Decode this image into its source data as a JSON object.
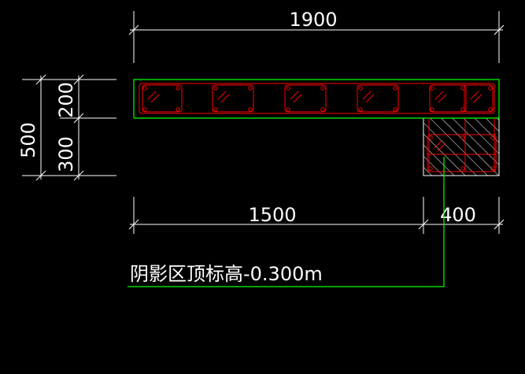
{
  "colors": {
    "background": "#000000",
    "dimension_line": "#ffffff",
    "outline": "#00ff00",
    "rebar": "#ff0000",
    "hatch": "#ffffff",
    "leader": "#00ff00"
  },
  "dimensions": {
    "top_total": "1900",
    "bottom_left": "1500",
    "bottom_right": "400",
    "left_total": "500",
    "left_upper": "200",
    "left_lower": "300"
  },
  "note": {
    "text": "阴影区顶标高-0.300m"
  },
  "icons": {
    "hatch": "diagonal-hatch-pattern",
    "rebar": "rebar-circle"
  }
}
